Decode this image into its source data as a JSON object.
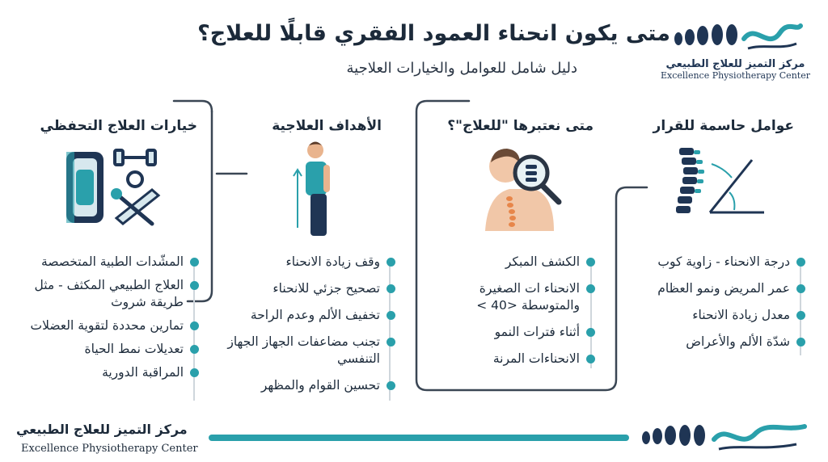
{
  "header": {
    "title": "متى يكون انحناء العمود الفقري قابلًا للعلاج؟",
    "subtitle": "دليل شامل للعوامل والخيارات العلاجية"
  },
  "logo": {
    "name_ar": "مركز التميز للعلاج الطبيعي",
    "name_en": "Excellence Physiotherapy Center"
  },
  "columns": [
    {
      "heading": "عوامل حاسمة للقرار",
      "icon": "spine-angle-icon",
      "items": [
        "درجة الانحناء - زاوية كوب",
        "عمر المريض ونمو العظام",
        "معدل زيادة الانحناء",
        "شدّة الألم والأعراض"
      ]
    },
    {
      "heading": "متى نعتبرها \"للعلاج\"؟",
      "icon": "magnifier-spine-icon",
      "items": [
        "الكشف المبكر",
        "الانحناء ات الصغيرة والمتوسطة <40 >",
        "أثناء فترات النمو",
        "الانحناءات المرنة"
      ]
    },
    {
      "heading": "الأهداف العلاجية",
      "icon": "posture-person-icon",
      "items": [
        "وقف زيادة الانحناء",
        "تصحيح جزئي للانحناء",
        "تخفيف الألم وعدم الراحة",
        "تجنب مضاعفات الجهاز الجهاز التنفسي",
        "تحسين القوام والمظهر"
      ]
    },
    {
      "heading": "خيارات العلاج التحفظي",
      "icon": "brace-dumbbell-icon",
      "items": [
        "المشّدات الطبية المتخصصة",
        "العلاج الطبيعي المكثف - مثل طريقة شروث",
        "تمارين محددة لتقوية العضلات",
        "تعديلات نمط الحياة",
        "المراقبة الدورية"
      ]
    }
  ],
  "footer": {
    "name_ar": "مركز التميز للعلاج الطبيعي",
    "name_en": "Excellence Physiotherapy Center"
  },
  "colors": {
    "accent": "#2aa0ab",
    "navy": "#1f3554",
    "text": "#1c2a3a"
  }
}
